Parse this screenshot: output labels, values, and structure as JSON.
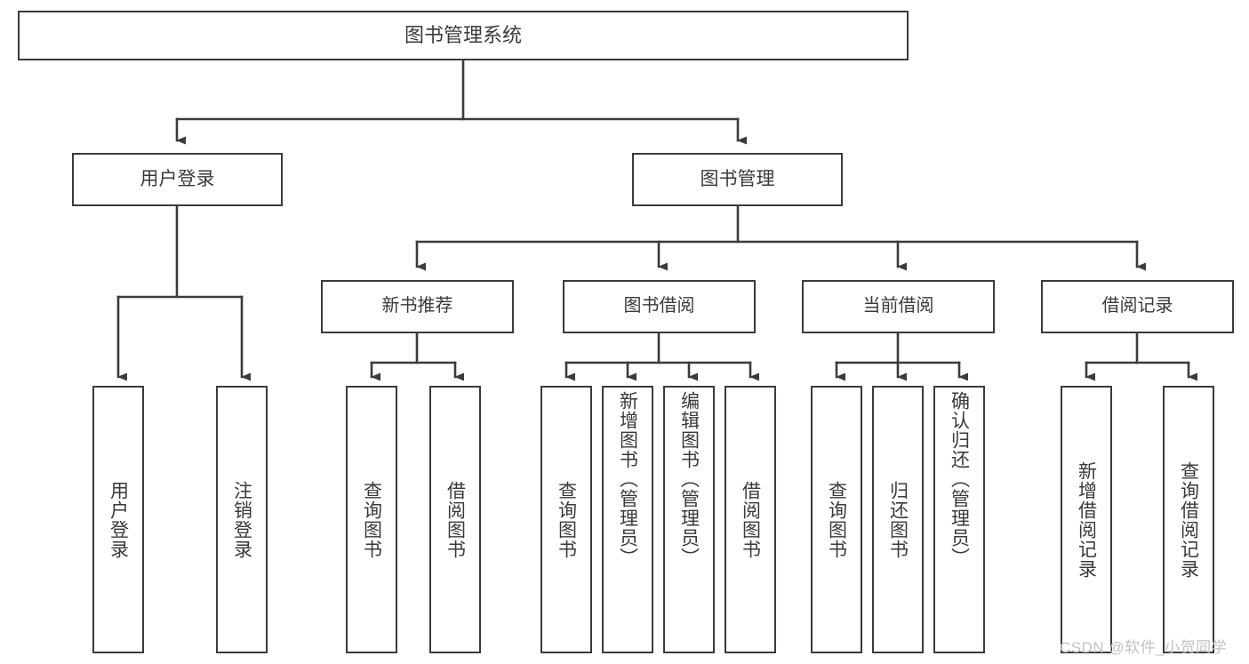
{
  "diagram": {
    "title": "图书管理系统",
    "type": "功能结构图",
    "root": {
      "id": "root",
      "label": "图书管理系统"
    },
    "level1": [
      {
        "id": "user-login",
        "label": "用户登录"
      },
      {
        "id": "book-manage",
        "label": "图书管理"
      }
    ],
    "level2": [
      {
        "id": "new-book-recommend",
        "label": "新书推荐",
        "parent": "book-manage"
      },
      {
        "id": "book-borrow",
        "label": "图书借阅",
        "parent": "book-manage"
      },
      {
        "id": "current-borrow",
        "label": "当前借阅",
        "parent": "book-manage"
      },
      {
        "id": "borrow-record",
        "label": "借阅记录",
        "parent": "book-manage"
      }
    ],
    "leaves": {
      "user-login": [
        {
          "id": "leaf-user-login",
          "label": "用户登录"
        },
        {
          "id": "leaf-logout-login",
          "label": "注销登录"
        }
      ],
      "new-book-recommend": [
        {
          "id": "leaf-query-book-1",
          "label": "查询图书"
        },
        {
          "id": "leaf-borrow-book-1",
          "label": "借阅图书"
        }
      ],
      "book-borrow": [
        {
          "id": "leaf-query-book-2",
          "label": "查询图书"
        },
        {
          "id": "leaf-add-book",
          "label": "新增图书（管理员）"
        },
        {
          "id": "leaf-edit-book",
          "label": "编辑图书（管理员）"
        },
        {
          "id": "leaf-borrow-book-2",
          "label": "借阅图书"
        }
      ],
      "current-borrow": [
        {
          "id": "leaf-query-book-3",
          "label": "查询图书"
        },
        {
          "id": "leaf-return-book",
          "label": "归还图书"
        },
        {
          "id": "leaf-confirm-return",
          "label": "确认归还（管理员）"
        }
      ],
      "borrow-record": [
        {
          "id": "leaf-add-record",
          "label": "新增借阅记录"
        },
        {
          "id": "leaf-query-record",
          "label": "查询借阅记录"
        }
      ]
    }
  },
  "watermark": {
    "text": "CSDN @软件_小贺同学"
  },
  "colors": {
    "border": "#3b3b3b",
    "text": "#3a3a3a",
    "background": "#ffffff",
    "edge": "#3b3b3b",
    "watermark": "#c2c2c2"
  }
}
